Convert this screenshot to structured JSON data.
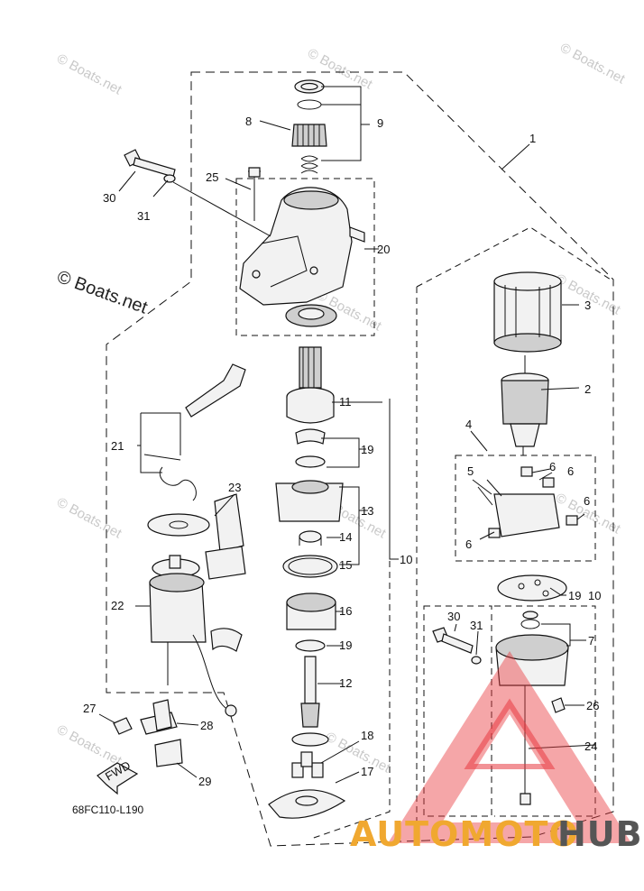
{
  "callouts": {
    "c1": "1",
    "c2": "2",
    "c3": "3",
    "c4": "4",
    "c5": "5",
    "c6a": "6",
    "c6b": "6",
    "c6c": "6",
    "c6d": "6",
    "c7": "7",
    "c8": "8",
    "c9": "9",
    "c10a": "10",
    "c10b": "10",
    "c11": "11",
    "c12": "12",
    "c13": "13",
    "c14": "14",
    "c15": "15",
    "c16": "16",
    "c17": "17",
    "c18": "18",
    "c19a": "19",
    "c19b": "19",
    "c19c": "19",
    "c20": "20",
    "c21": "21",
    "c22": "22",
    "c23": "23",
    "c24": "24",
    "c25": "25",
    "c26": "26",
    "c27": "27",
    "c28": "28",
    "c29": "29",
    "c30a": "30",
    "c30b": "30",
    "c31a": "31",
    "c31b": "31"
  },
  "fwd_label": "FWD",
  "diagram_code": "68FC110-L190",
  "watermark": "© Boats.net",
  "watermark_large": "© Boats.net",
  "brand": {
    "part1": "AUTOMOTO",
    "part2": "HUB",
    "color1": "#f0a830",
    "color2": "#555555",
    "logo_color": "#e8393f"
  }
}
